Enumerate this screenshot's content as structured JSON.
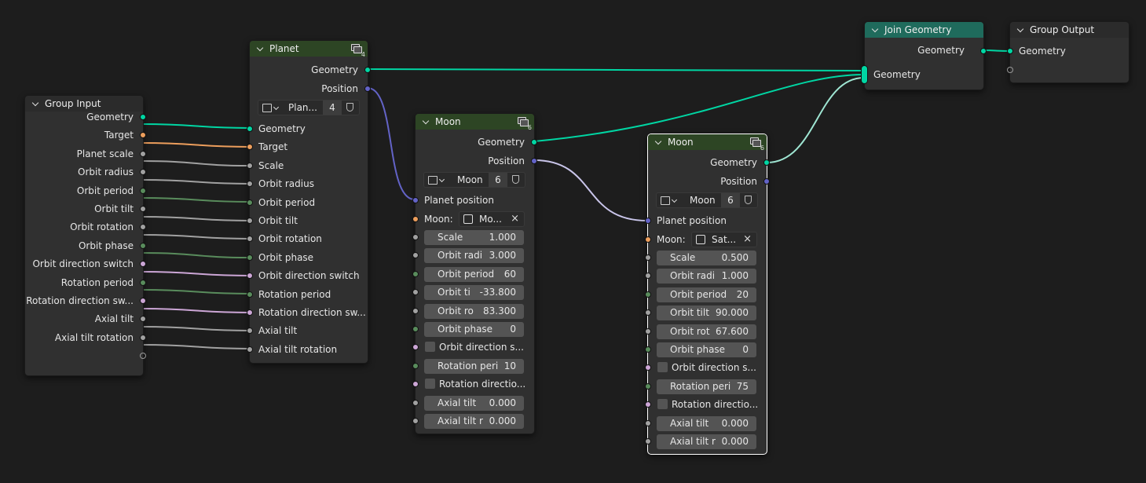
{
  "colors": {
    "geometry": "#00d6a3",
    "vector": "#6363c7",
    "object": "#ed9e5c",
    "float": "#a1a1a1",
    "integer": "#598c5c",
    "boolean": "#cca6d6"
  },
  "icons": [
    "chevron-down-icon",
    "node-group-icon",
    "datablock-icon",
    "shield-icon",
    "object-icon",
    "close-icon"
  ],
  "group_input": {
    "title": "Group Input",
    "outputs": [
      "Geometry",
      "Target",
      "Planet scale",
      "Orbit radius",
      "Orbit period",
      "Orbit tilt",
      "Orbit rotation",
      "Orbit phase",
      "Orbit direction switch",
      "Rotation period",
      "Rotation direction sw...",
      "Axial tilt",
      "Axial tilt rotation"
    ]
  },
  "planet": {
    "title": "Planet",
    "users": "4",
    "outputs": [
      "Geometry",
      "Position"
    ],
    "group_name": "Plan...",
    "group_users": "4",
    "inputs": [
      "Geometry",
      "Target",
      "Scale",
      "Orbit radius",
      "Orbit period",
      "Orbit tilt",
      "Orbit rotation",
      "Orbit phase",
      "Orbit direction switch",
      "Rotation period",
      "Rotation direction sw...",
      "Axial tilt",
      "Axial tilt rotation"
    ]
  },
  "moon1": {
    "title": "Moon",
    "users": "6",
    "outputs": [
      "Geometry",
      "Position"
    ],
    "group_name": "Moon",
    "group_users": "6",
    "planet_position": "Planet position",
    "moon_label": "Moon:",
    "moon_object": "Mo...",
    "fields": [
      {
        "label": "Scale",
        "value": "1.000"
      },
      {
        "label": "Orbit radi",
        "value": "3.000"
      },
      {
        "label": "Orbit period",
        "value": "60"
      },
      {
        "label": "Orbit ti",
        "value": "-33.800"
      },
      {
        "label": "Orbit ro",
        "value": "83.300"
      },
      {
        "label": "Orbit phase",
        "value": "0"
      },
      {
        "label": "Orbit direction s...",
        "value": ""
      },
      {
        "label": "Rotation peri",
        "value": "10"
      },
      {
        "label": "Rotation directio...",
        "value": ""
      },
      {
        "label": "Axial tilt",
        "value": "0.000"
      },
      {
        "label": "Axial tilt r",
        "value": "0.000"
      }
    ]
  },
  "moon2": {
    "title": "Moon",
    "users": "6",
    "outputs": [
      "Geometry",
      "Position"
    ],
    "group_name": "Moon",
    "group_users": "6",
    "planet_position": "Planet position",
    "moon_label": "Moon:",
    "moon_object": "Sat...",
    "fields": [
      {
        "label": "Scale",
        "value": "0.500"
      },
      {
        "label": "Orbit radi",
        "value": "1.000"
      },
      {
        "label": "Orbit period",
        "value": "20"
      },
      {
        "label": "Orbit tilt",
        "value": "90.000"
      },
      {
        "label": "Orbit rot",
        "value": "67.600"
      },
      {
        "label": "Orbit phase",
        "value": "0"
      },
      {
        "label": "Orbit direction s...",
        "value": ""
      },
      {
        "label": "Rotation peri",
        "value": "75"
      },
      {
        "label": "Rotation directio...",
        "value": ""
      },
      {
        "label": "Axial tilt",
        "value": "0.000"
      },
      {
        "label": "Axial tilt r",
        "value": "0.000"
      }
    ]
  },
  "join_geometry": {
    "title": "Join Geometry",
    "output": "Geometry",
    "input": "Geometry"
  },
  "group_output": {
    "title": "Group Output",
    "input": "Geometry"
  }
}
